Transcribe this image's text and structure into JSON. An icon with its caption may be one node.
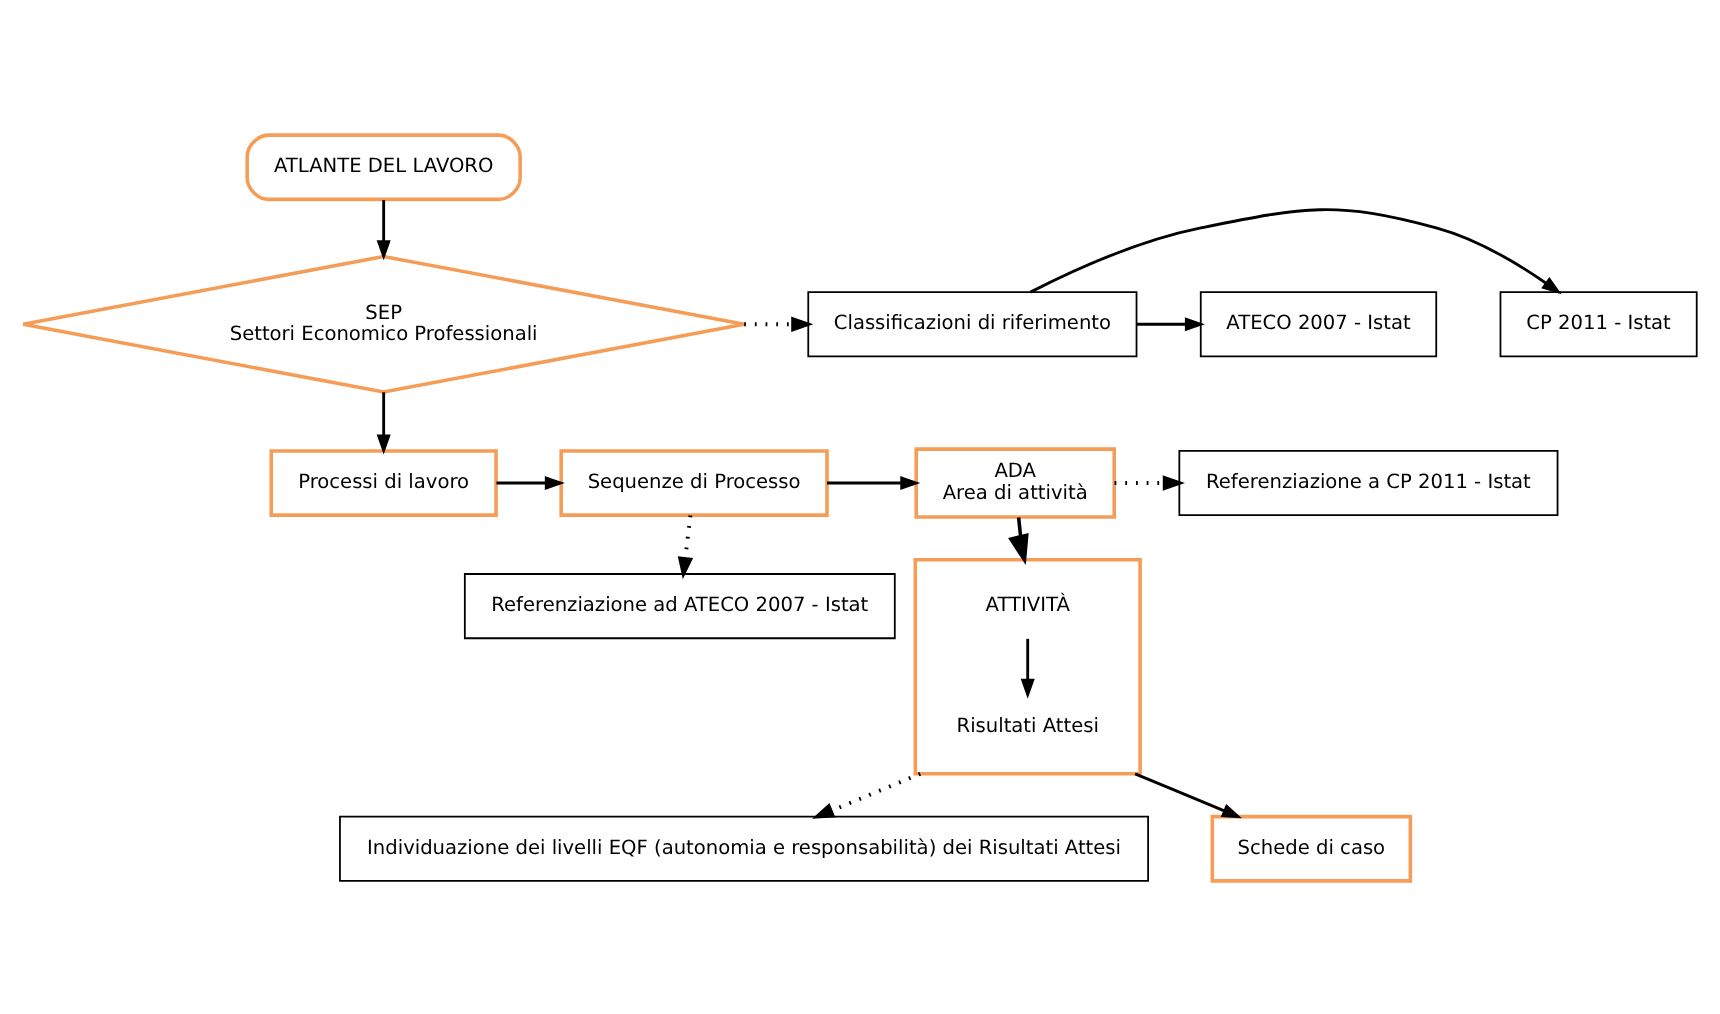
{
  "diagram": {
    "nodes": [
      {
        "text": [
          "ATLANTE DEL LAVORO"
        ]
      },
      {
        "text": [
          "SEP",
          "Settori Economico Professionali"
        ]
      },
      {
        "text": [
          "Classificazioni di riferimento"
        ]
      },
      {
        "text": [
          "CP 2011 - Istat"
        ]
      },
      {
        "text": [
          "ATECO 2007 - Istat"
        ]
      },
      {
        "text": [
          "Processi di lavoro"
        ]
      },
      {
        "text": [
          "Sequenze di Processo"
        ]
      },
      {
        "text": [
          "Referenziazione ad ATECO 2007 - Istat"
        ]
      },
      {
        "text": [
          "ADA",
          "Area di attività"
        ]
      },
      {
        "text": [
          "Referenziazione a CP 2011 - Istat"
        ]
      },
      {
        "text": [],
        "shape": "box"
      },
      {
        "text": [
          "ATTIVITÀ"
        ],
        "in": 10
      },
      {
        "text": [
          "Risultati Attesi"
        ],
        "in": 10
      },
      {
        "text": [
          "Individuazione dei livelli EQF (autonomia e responsabilità) dei Risultati Attesi"
        ]
      },
      {
        "text": [
          "Schede di caso"
        ]
      }
    ],
    "edges": [
      {
        "from": 0,
        "to": 1,
        "arrow": "to"
      },
      {
        "from": 1,
        "to": 2,
        "arrow": "to",
        "style": "dashed"
      },
      {
        "from": 2,
        "to": 3,
        "arrow": "to"
      },
      {
        "from": 2,
        "to": 4,
        "arrow": "to"
      },
      {
        "from": 1,
        "to": 5,
        "arrow": "to"
      },
      {
        "from": 5,
        "to": 6,
        "arrow": "to"
      },
      {
        "from": 6,
        "to": 8,
        "arrow": "to"
      },
      {
        "from": 6,
        "to": 7,
        "arrow": "to",
        "style": "dashed"
      },
      {
        "from": 8,
        "to": 9,
        "arrow": "to",
        "style": "dashed"
      },
      {
        "from": 8,
        "to": 10,
        "arrow": "to"
      },
      {
        "from": 11,
        "to": 12,
        "arrow": "to"
      },
      {
        "from": 10,
        "to": 13,
        "arrow": "to",
        "style": "dashed"
      },
      {
        "from": 10,
        "to": 14,
        "arrow": "to"
      }
    ]
  }
}
